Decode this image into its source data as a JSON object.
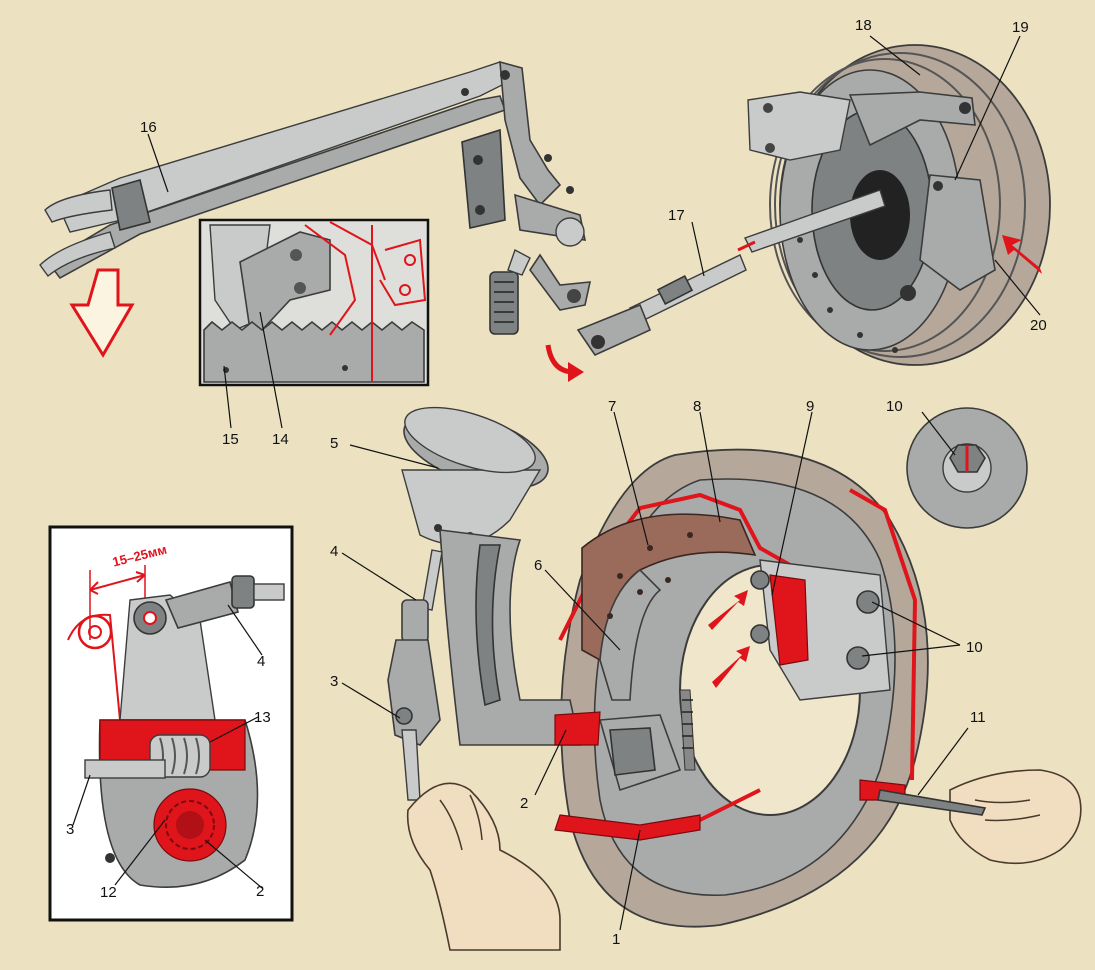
{
  "labels": {
    "n1": "1",
    "n2_main": "2",
    "n3_main": "3",
    "n4_main": "4",
    "n5": "5",
    "n6": "6",
    "n7": "7",
    "n8": "8",
    "n9": "9",
    "n10_inset": "10",
    "n10_main": "10",
    "n11": "11",
    "n12": "12",
    "n13": "13",
    "n14": "14",
    "n15": "15",
    "n16": "16",
    "n17": "17",
    "n18": "18",
    "n19": "19",
    "n20": "20",
    "n2_inset": "2",
    "n3_inset": "3",
    "n4_inset": "4"
  },
  "dimension": "15–25мм",
  "colors": {
    "background": "#ece2c2",
    "accent_red": "#e0141b",
    "metal": "#a9abab",
    "lining": "#9a6a5a"
  }
}
